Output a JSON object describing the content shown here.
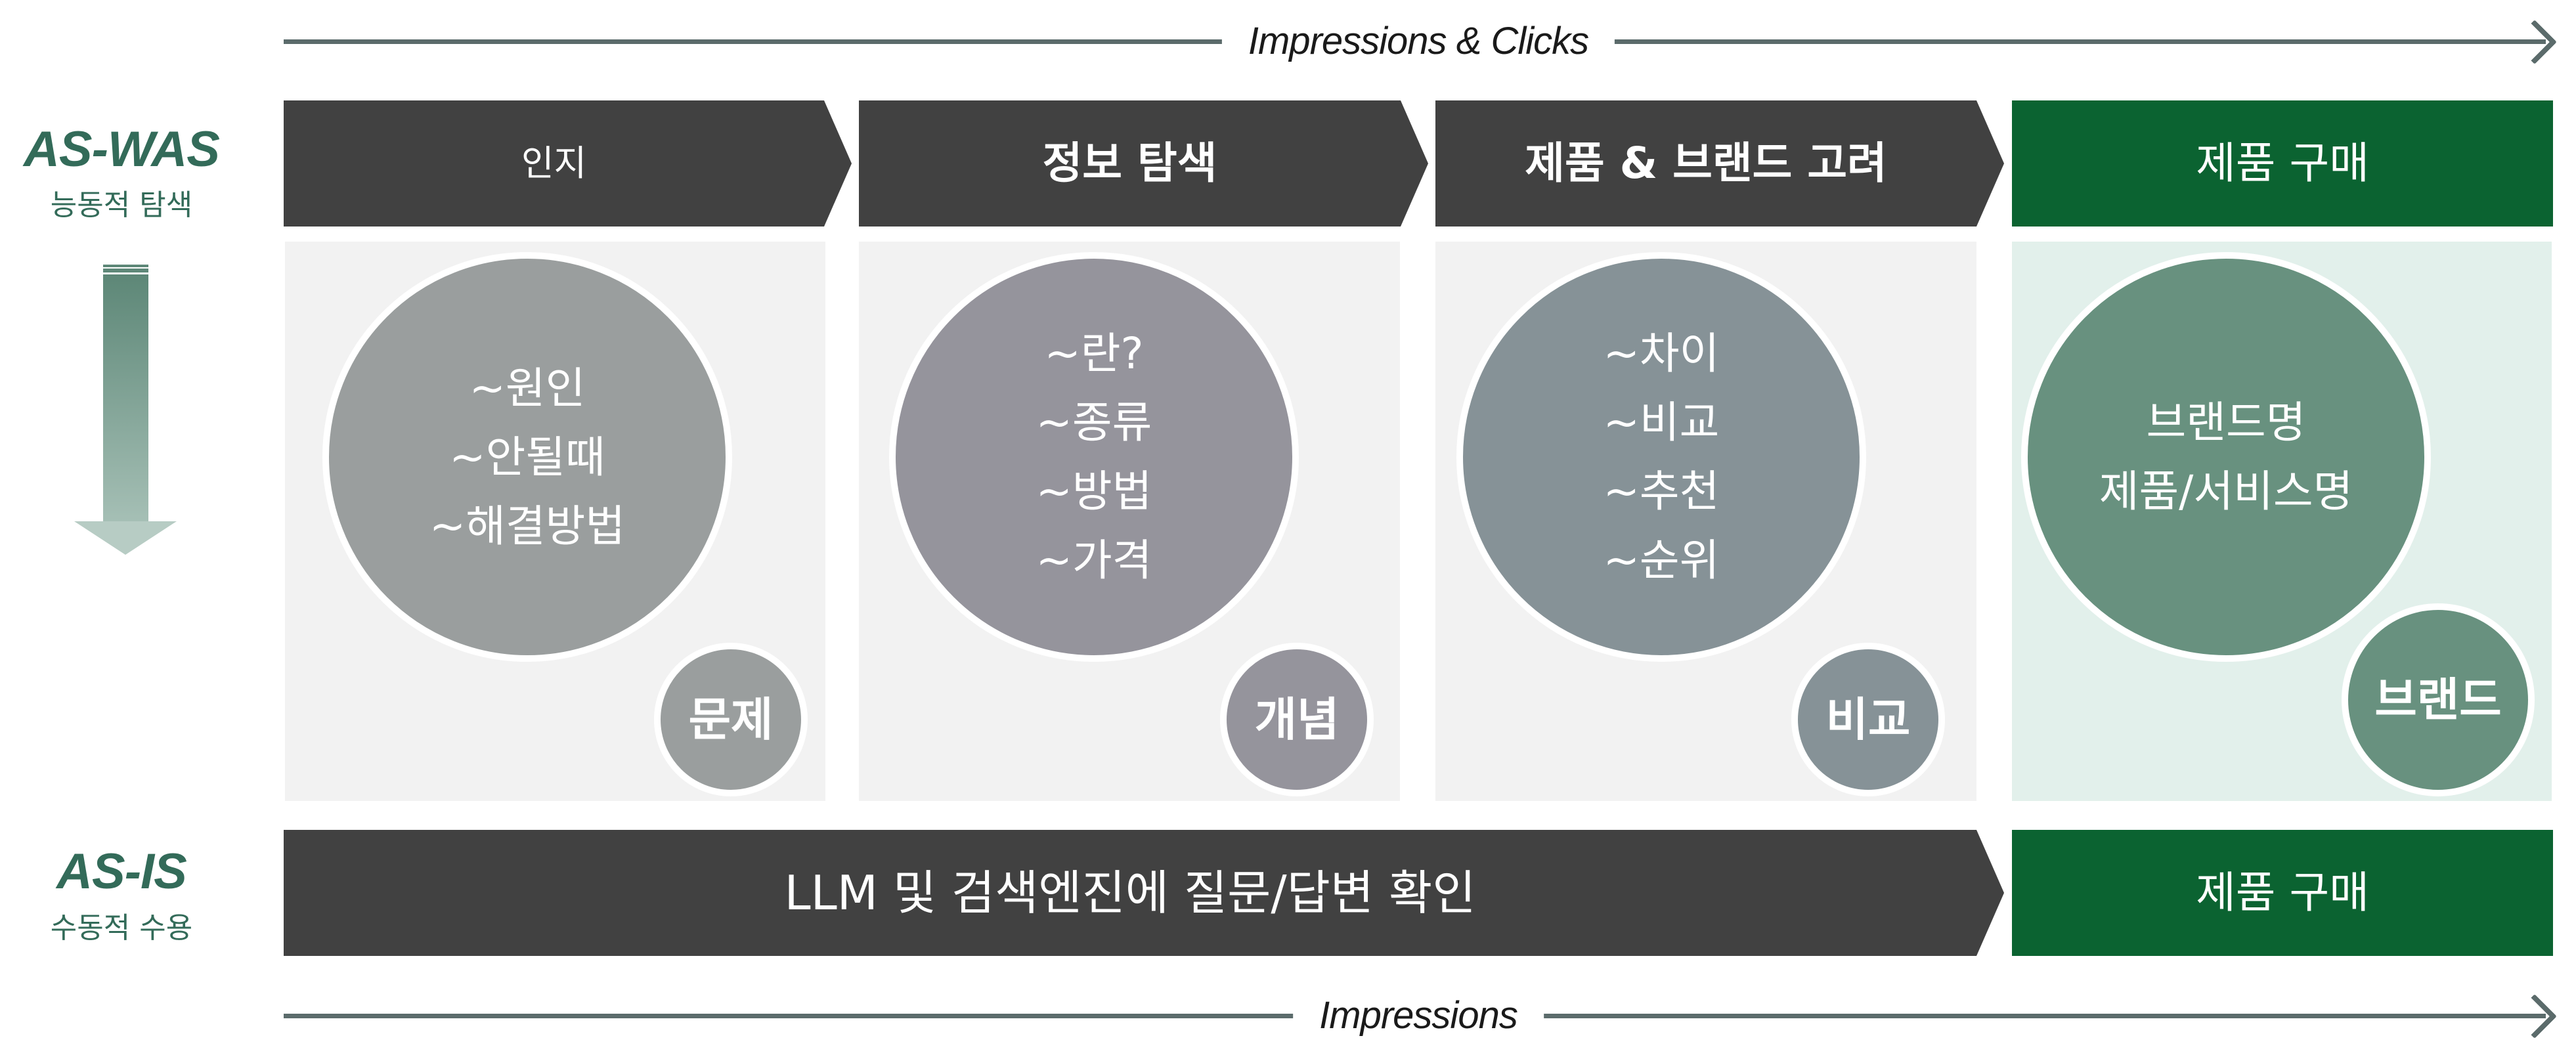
{
  "top_axis": {
    "label": "Impressions & Clicks",
    "arrow_icon": "arrow-right-icon"
  },
  "bottom_axis": {
    "label": "Impressions",
    "arrow_icon": "arrow-right-icon"
  },
  "as_was": {
    "title": "AS-WAS",
    "subtitle": "능동적 탐색"
  },
  "as_is": {
    "title": "AS-IS",
    "subtitle": "수동적 수용"
  },
  "transition_arrow": {
    "icon": "gradient-down-arrow-icon"
  },
  "stages": [
    {
      "label": "인지"
    },
    {
      "label": "정보 탐색"
    },
    {
      "label": "제품 & 브랜드 고려"
    },
    {
      "label": "제품 구매"
    }
  ],
  "panels": [
    {
      "keywords": [
        "~원인",
        "~안될때",
        "~해결방법"
      ],
      "tag": "문제",
      "circle_color": "#9a9e9e"
    },
    {
      "keywords": [
        "~란?",
        "~종류",
        "~방법",
        "~가격"
      ],
      "tag": "개념",
      "circle_color": "#95949c"
    },
    {
      "keywords": [
        "~차이",
        "~비교",
        "~추천",
        "~순위"
      ],
      "tag": "비교",
      "circle_color": "#869297"
    },
    {
      "keywords": [
        "브랜드명",
        "제품/서비스명"
      ],
      "tag": "브랜드",
      "circle_color": "#68917f"
    }
  ],
  "as_is_flow": {
    "main_label": "LLM 및 검색엔진에 질문/답변 확인",
    "end_label": "제품 구매"
  },
  "colors": {
    "dark": "#414141",
    "green": "#0b6331",
    "accent_text": "#336b59",
    "panel_gray": "#f2f2f2",
    "panel_mint": "#e2f0eb",
    "axis": "#5b6b6b"
  }
}
